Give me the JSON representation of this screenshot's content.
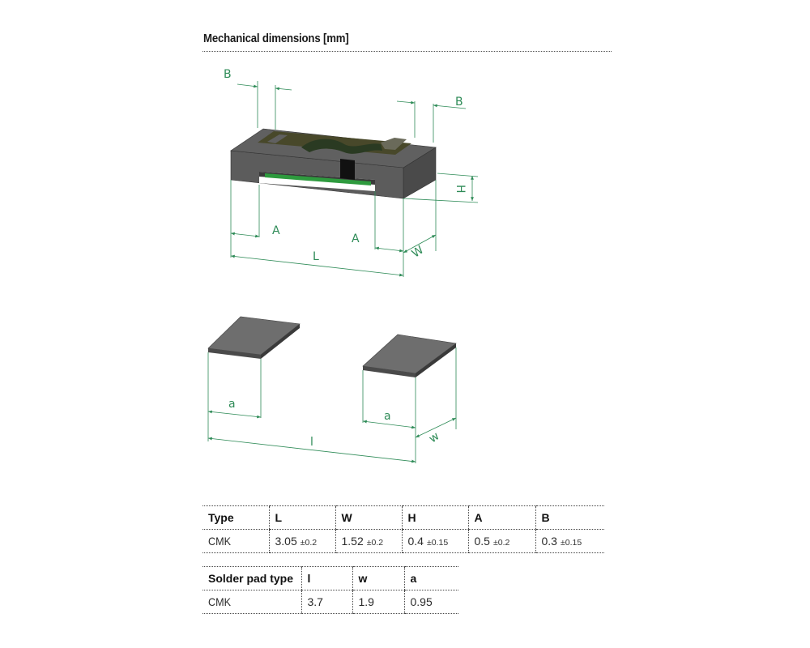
{
  "title": "Mechanical dimensions [mm]",
  "figure": {
    "labels": {
      "B_left": "B",
      "B_right": "B",
      "H": "H",
      "A_left": "A",
      "A_right": "A",
      "L": "L",
      "W": "W",
      "a_left": "a",
      "a_right": "a",
      "l": "l",
      "w": "w"
    },
    "colors": {
      "dimension": "#2e8b57",
      "body": "#5a5a5a",
      "resistor_film": "#4a4a2a",
      "contact": "#2e9a3e"
    }
  },
  "dimensions_table": {
    "headers": [
      "Type",
      "L",
      "W",
      "H",
      "A",
      "B"
    ],
    "rows": [
      {
        "type": "CMK",
        "L": {
          "value": "3.05",
          "tol": "±0.2"
        },
        "W": {
          "value": "1.52",
          "tol": "±0.2"
        },
        "H": {
          "value": "0.4",
          "tol": "±0.15"
        },
        "A": {
          "value": "0.5",
          "tol": "±0.2"
        },
        "B": {
          "value": "0.3",
          "tol": "±0.15"
        }
      }
    ]
  },
  "solder_table": {
    "headers": [
      "Solder pad type",
      "l",
      "w",
      "a"
    ],
    "rows": [
      {
        "type": "CMK",
        "l": "3.7",
        "w": "1.9",
        "a": "0.95"
      }
    ]
  }
}
